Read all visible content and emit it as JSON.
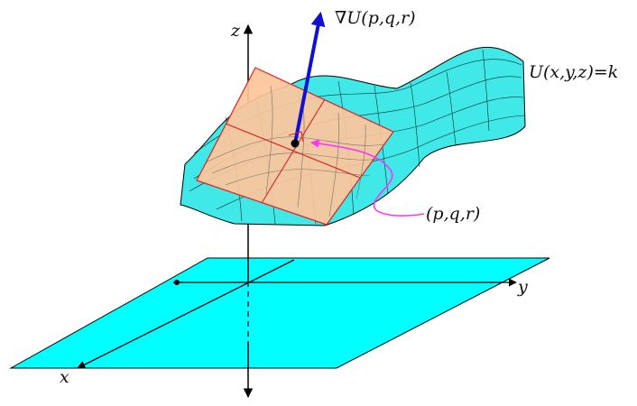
{
  "labels": {
    "gradient": "∇U(p,q,r)",
    "surface_equation": "U(x,y,z)=k",
    "point": "(p,q,r)",
    "axis_x": "x",
    "axis_y": "y",
    "axis_z": "z"
  },
  "colors": {
    "plane_fill": "#00ffff",
    "surface_fill": "#40e8e8",
    "tangent_fill": "#ffc49a",
    "tangent_edge": "#e02020",
    "gradient_arrow": "#1010d0",
    "pointer": "#ff33ff",
    "axis": "#000000"
  }
}
